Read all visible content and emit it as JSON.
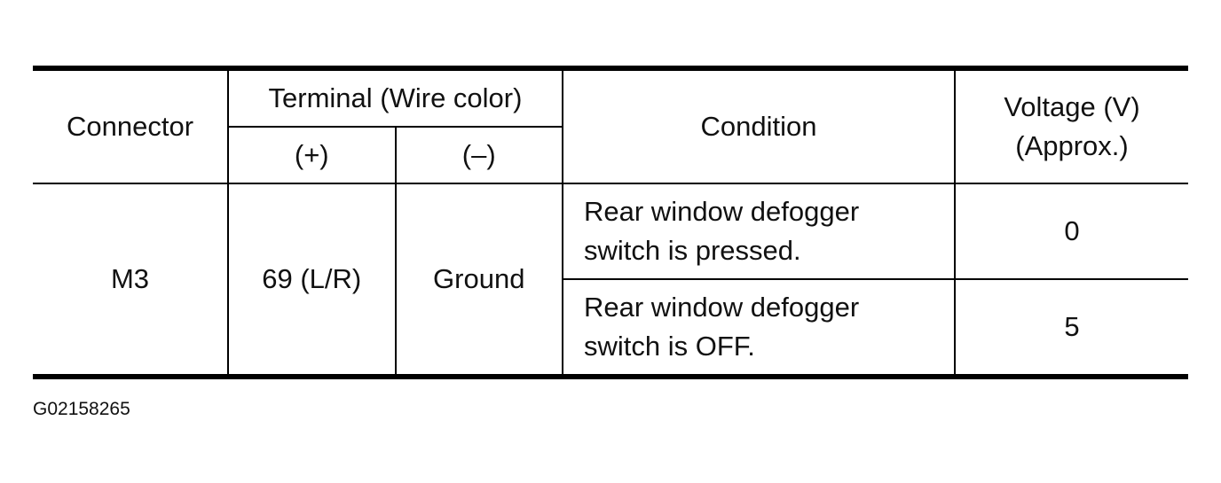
{
  "table": {
    "headers": {
      "connector": "Connector",
      "terminal": "Terminal (Wire color)",
      "plus": "(+)",
      "minus": "(–)",
      "condition": "Condition",
      "voltage_line1": "Voltage (V)",
      "voltage_line2": "(Approx.)"
    },
    "row": {
      "connector": "M3",
      "plus": "69 (L/R)",
      "minus": "Ground"
    },
    "conditions": [
      {
        "line1": "Rear window defogger",
        "line2": "switch is pressed.",
        "voltage": "0"
      },
      {
        "line1": "Rear window defogger",
        "line2": "switch is OFF.",
        "voltage": "5"
      }
    ]
  },
  "figure_id": "G02158265"
}
